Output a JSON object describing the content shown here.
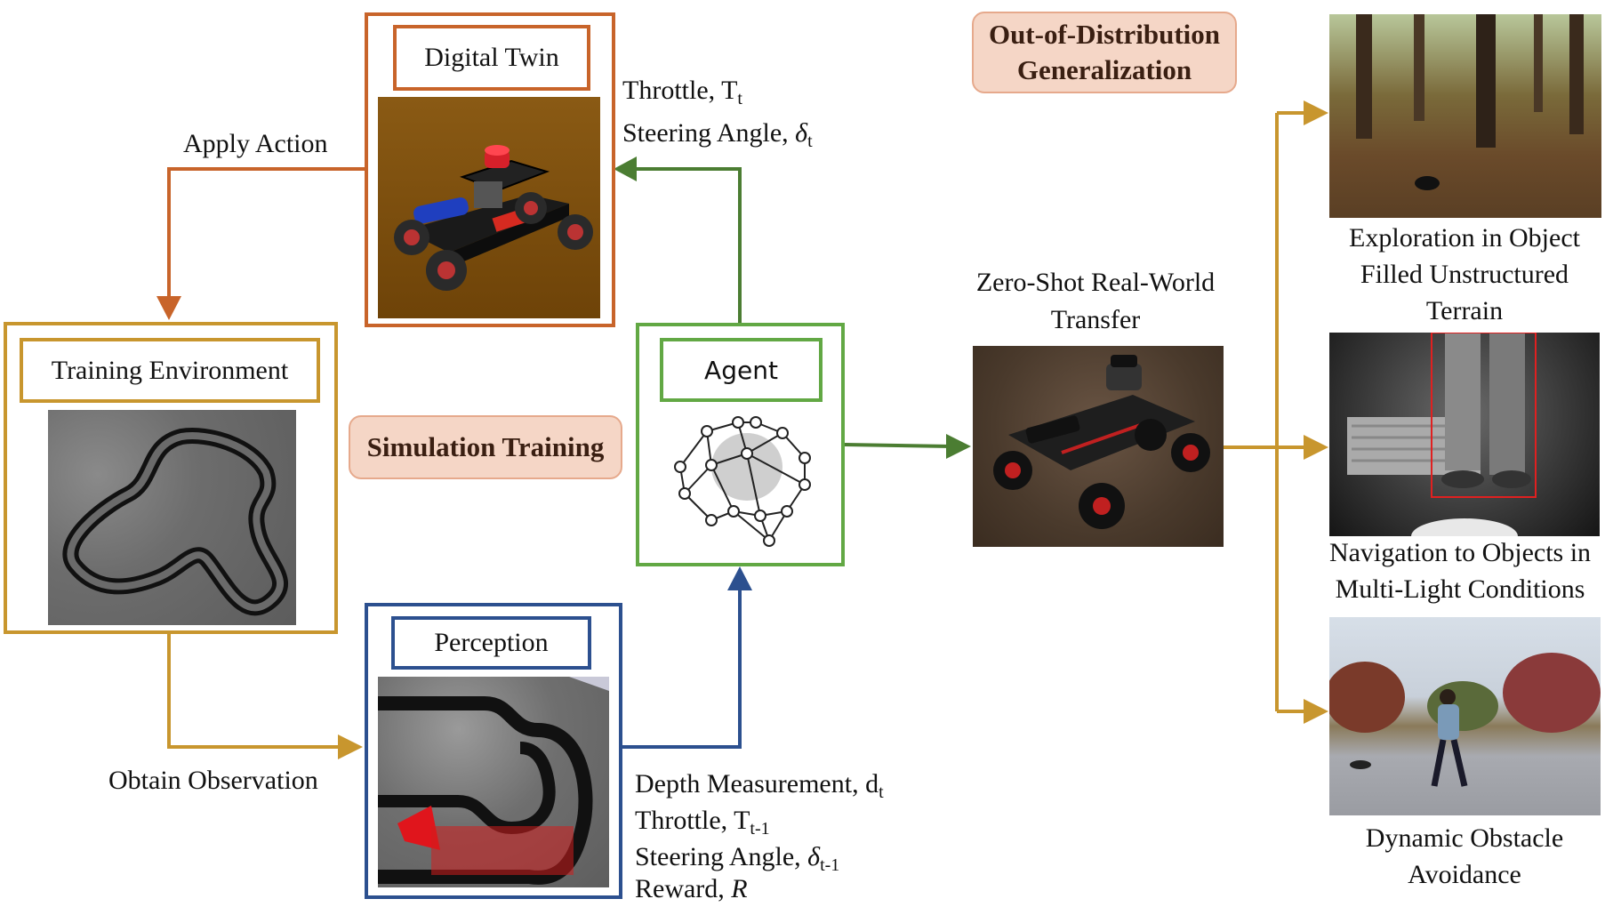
{
  "colors": {
    "orange": "#c8642a",
    "gold": "#c8962e",
    "green_agent": "#62a844",
    "green_arrow": "#4b7d32",
    "blue": "#2c508f",
    "pill_fill": "#f5d6c6",
    "pill_border": "#e6a98c"
  },
  "boxes": {
    "digital_twin": "Digital Twin",
    "training_env": "Training Environment",
    "perception": "Perception",
    "agent": "Agent"
  },
  "pills": {
    "simulation": "Simulation Training",
    "ood_line1": "Out-of-Distribution",
    "ood_line2": "Generalization"
  },
  "labels": {
    "apply_action": "Apply Action",
    "obtain_observation": "Obtain Observation",
    "throttle": "Throttle, T",
    "throttle_sub": "t",
    "steering": "Steering Angle, ",
    "steering_sym": "δ",
    "steering_sub": "t",
    "depth": "Depth Measurement, d",
    "depth_sub": "t",
    "throttle_prev": "Throttle, T",
    "throttle_prev_sub": "t-1",
    "steering_prev": "Steering Angle, ",
    "steering_prev_sym": "δ",
    "steering_prev_sub": "t-1",
    "reward": "Reward, ",
    "reward_sym": "R",
    "zero_shot_line1": "Zero-Shot Real-World",
    "zero_shot_line2": "Transfer"
  },
  "outcomes": [
    {
      "line1": "Exploration in Object",
      "line2": "Filled Unstructured",
      "line3": "Terrain"
    },
    {
      "line1": "Navigation to Objects in",
      "line2": "Multi-Light Conditions"
    },
    {
      "line1": "Dynamic Obstacle",
      "line2": "Avoidance"
    }
  ]
}
